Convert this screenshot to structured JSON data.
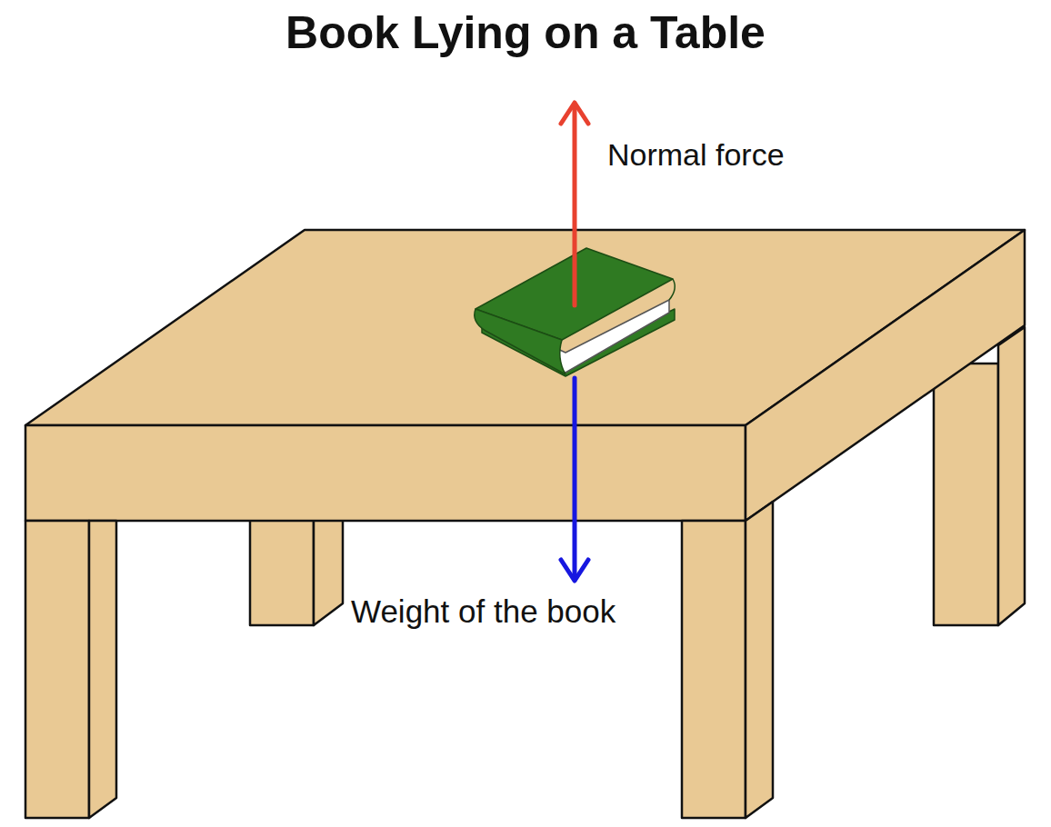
{
  "diagram": {
    "title": "Book Lying on a Table",
    "labels": [
      "Normal force",
      "Weight of the book"
    ]
  }
}
